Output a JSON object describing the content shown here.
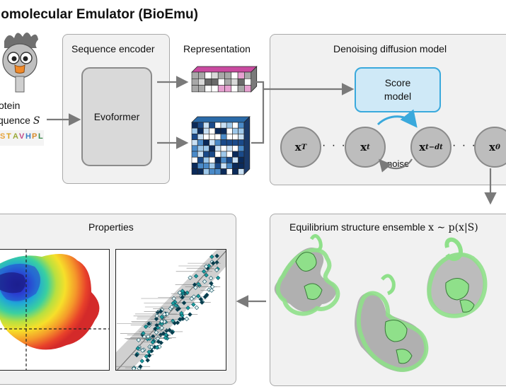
{
  "title": "iomolecular Emulator (BioEmu)",
  "input": {
    "label_line1": "otein",
    "label_line2_text": "quence ",
    "label_line2_symbol": "S",
    "sequence_letters": [
      "S",
      "T",
      "A",
      "V",
      "H",
      "P",
      "L"
    ],
    "letter_colors": [
      "#e8a33d",
      "#d8a020",
      "#9aa93a",
      "#c04a8a",
      "#3a7dc4",
      "#d68a2a",
      "#3a8a4a"
    ]
  },
  "encoder": {
    "panel_label": "Sequence encoder",
    "block_label": "Evoformer"
  },
  "representation": {
    "panel_label": "Representation"
  },
  "diffusion": {
    "panel_label": "Denoising diffusion model",
    "score_model_label": "Score\nmodel",
    "nodes": [
      {
        "base": "x",
        "sub": "T"
      },
      {
        "base": "x",
        "sub": "t"
      },
      {
        "base": "x",
        "sub": "t−dt"
      },
      {
        "base": "x",
        "sub": "0"
      }
    ],
    "dots": "· · ·",
    "noise_label": "noise"
  },
  "ensemble": {
    "panel_label_text": "Equilibrium structure ensemble",
    "panel_label_math": "x ∼ p(x|S)"
  },
  "properties": {
    "panel_label": "Properties"
  },
  "colors": {
    "panel_bg": "#f1f1f1",
    "panel_border": "#a9a9a9",
    "arrow": "#7a7a7a",
    "accent_blue": "#3aa9dc",
    "protein_green": "#8fe08a",
    "protein_gray": "#9a9a9a"
  }
}
